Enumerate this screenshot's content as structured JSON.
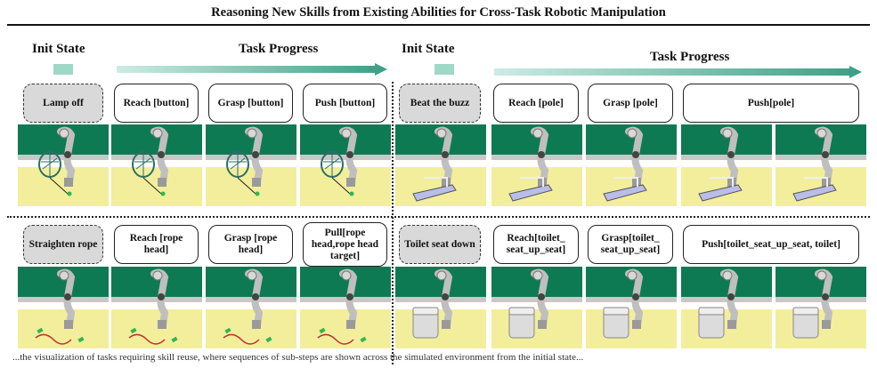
{
  "title": "Reasoning New Skills from Existing Abilities for Cross-Task Robotic Manipulation",
  "headers": {
    "init_state": "Init State",
    "task_progress": "Task Progress"
  },
  "colors": {
    "init_swatch": "#9fd8c6",
    "arrow_start": "#cdece3",
    "arrow_end": "#3a9e83",
    "scene_wall": "#0e7a54",
    "scene_floor": "#f3ee9c",
    "init_box_fill": "#d9d9d9"
  },
  "tasks": [
    {
      "init": "Lamp off",
      "steps": [
        "Reach [button]",
        "Grasp [button]",
        "Push [button]"
      ]
    },
    {
      "init": "Beat the buzz",
      "steps": [
        "Reach [pole]",
        "Grasp [pole]",
        "Push[pole]"
      ]
    },
    {
      "init": "Straighten rope",
      "steps": [
        "Reach [rope head]",
        "Grasp [rope head]",
        "Pull[rope head,rope head target]"
      ]
    },
    {
      "init": "Toilet seat down",
      "steps": [
        "Reach[toilet_ seat_up_seat]",
        "Grasp[toilet_ seat_up_seat]",
        "Push[toilet_seat_up_seat, toilet]"
      ]
    }
  ],
  "caption": "...the visualization of tasks requiring skill reuse, where sequences of sub-steps are shown across the simulated environment from the initial state..."
}
